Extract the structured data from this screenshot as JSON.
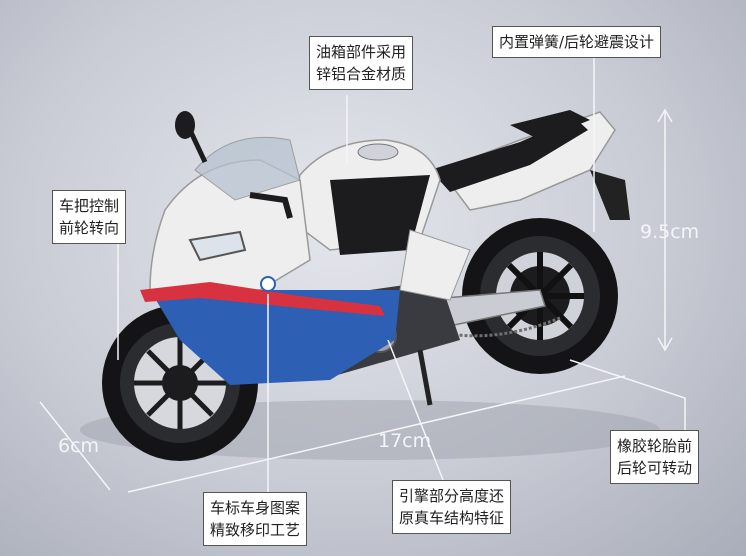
{
  "callouts": {
    "fuel_tank": [
      "油箱部件采用",
      "锌铝合金材质"
    ],
    "rear_shock": [
      "内置弹簧/后轮避震设计"
    ],
    "steering": [
      "车把控制",
      "前轮转向"
    ],
    "tires": [
      "橡胶轮胎前",
      "后轮可转动"
    ],
    "decals": [
      "车标车身图案",
      "精致移印工艺"
    ],
    "engine": [
      "引擎部分高度还",
      "原真车结构特征"
    ]
  },
  "dimensions": {
    "height": "9.5cm",
    "length": "17cm",
    "width": "6cm"
  },
  "colors": {
    "frame_white": "#eeeeee",
    "fairing_blue": "#2d5fb4",
    "fairing_red": "#d8313f",
    "seat_black": "#1c1c1e",
    "fork_gold": "#c9a227"
  }
}
